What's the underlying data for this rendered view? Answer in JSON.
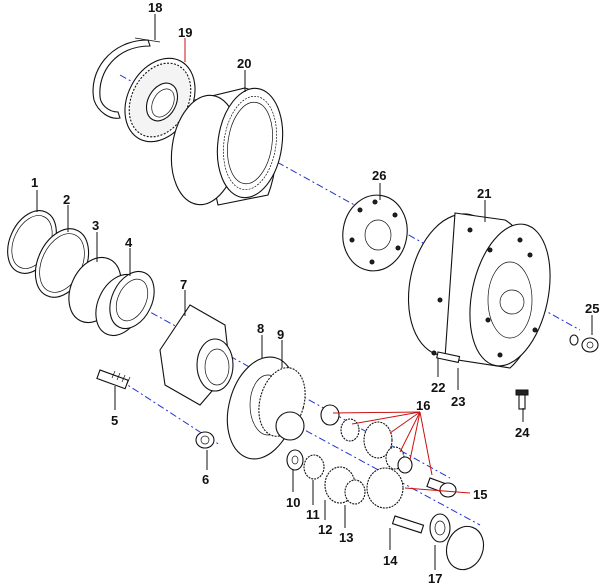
{
  "diagram": {
    "colors": {
      "outline": "#111111",
      "axis": "#2233cc",
      "leader_red": "#cc1111",
      "background": "#ffffff"
    },
    "callouts": [
      {
        "id": "c1",
        "label": "1"
      },
      {
        "id": "c2",
        "label": "2"
      },
      {
        "id": "c3",
        "label": "3"
      },
      {
        "id": "c4",
        "label": "4"
      },
      {
        "id": "c5",
        "label": "5"
      },
      {
        "id": "c6",
        "label": "6"
      },
      {
        "id": "c7",
        "label": "7"
      },
      {
        "id": "c8",
        "label": "8"
      },
      {
        "id": "c9",
        "label": "9"
      },
      {
        "id": "c10",
        "label": "10"
      },
      {
        "id": "c11",
        "label": "11"
      },
      {
        "id": "c12",
        "label": "12"
      },
      {
        "id": "c13",
        "label": "13"
      },
      {
        "id": "c14",
        "label": "14"
      },
      {
        "id": "c15",
        "label": "15"
      },
      {
        "id": "c16",
        "label": "16"
      },
      {
        "id": "c17",
        "label": "17"
      },
      {
        "id": "c18",
        "label": "18"
      },
      {
        "id": "c19",
        "label": "19"
      },
      {
        "id": "c20",
        "label": "20"
      },
      {
        "id": "c21",
        "label": "21"
      },
      {
        "id": "c22",
        "label": "22"
      },
      {
        "id": "c23",
        "label": "23"
      },
      {
        "id": "c24",
        "label": "24"
      },
      {
        "id": "c25",
        "label": "25"
      },
      {
        "id": "c26",
        "label": "26"
      }
    ]
  }
}
